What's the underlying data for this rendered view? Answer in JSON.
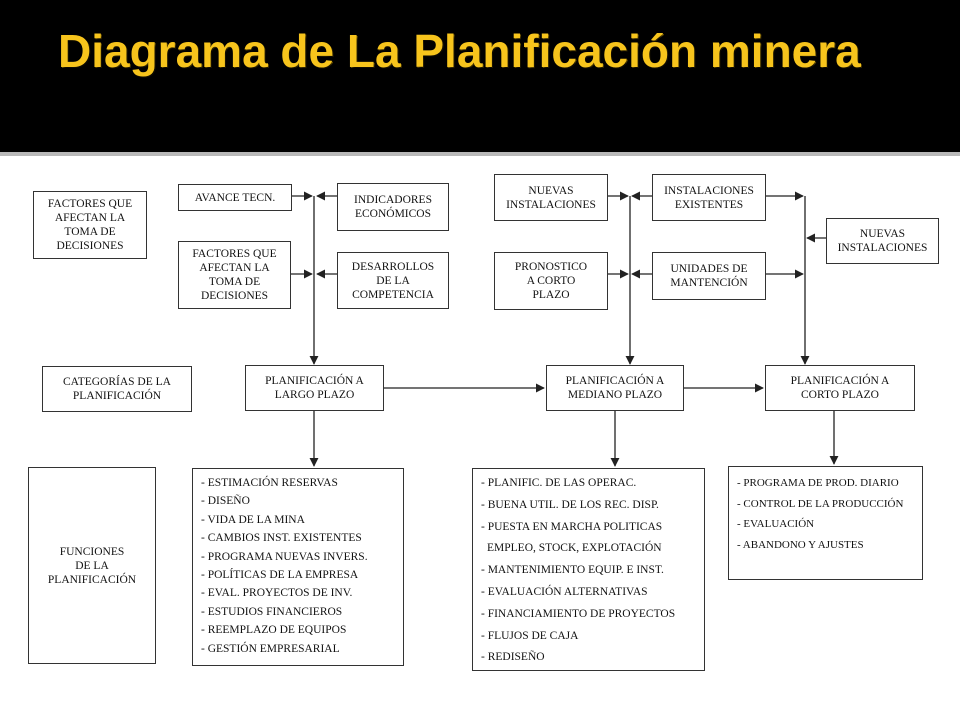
{
  "slide": {
    "title": "Diagrama de La Planificación minera"
  },
  "diagram": {
    "left_column": {
      "factores": "FACTORES QUE\nAFECTAN LA\nTOMA DE\nDECISIONES",
      "categorias": "CATEGORÍAS DE LA\nPLANIFICACIÓN",
      "funciones": "FUNCIONES\nDE LA\nPLANIFICACIÓN"
    },
    "largo": {
      "avance": "AVANCE TECN.",
      "indicadores": "INDICADORES\nECONÓMICOS",
      "factores": "FACTORES QUE\nAFECTAN LA\nTOMA DE\nDECISIONES",
      "desarrollos": "DESARROLLOS\nDE LA\nCOMPETENCIA",
      "plan": "PLANIFICACIÓN A\nLARGO PLAZO",
      "functions": [
        "- ESTIMACIÓN RESERVAS",
        "- DISEÑO",
        "- VIDA DE LA MINA",
        "- CAMBIOS INST. EXISTENTES",
        "- PROGRAMA NUEVAS INVERS.",
        "- POLÍTICAS DE LA EMPRESA",
        "- EVAL. PROYECTOS DE INV.",
        "- ESTUDIOS FINANCIEROS",
        "- REEMPLAZO DE EQUIPOS",
        "- GESTIÓN EMPRESARIAL"
      ]
    },
    "mediano": {
      "nuevas": "NUEVAS\nINSTALACIONES",
      "existentes": "INSTALACIONES\nEXISTENTES",
      "pronostico": "PRONOSTICO\nA CORTO\nPLAZO",
      "unidades": "UNIDADES DE\nMANTENCIÓN",
      "plan": "PLANIFICACIÓN A\nMEDIANO PLAZO",
      "functions": [
        "- PLANIFIC. DE LAS OPERAC.",
        "- BUENA UTIL. DE LOS REC. DISP.",
        "- PUESTA EN MARCHA POLITICAS",
        "EMPLEO, STOCK, EXPLOTACIÓN",
        "- MANTENIMIENTO EQUIP. E INST.",
        "- EVALUACIÓN ALTERNATIVAS",
        "- FINANCIAMIENTO DE PROYECTOS",
        "- FLUJOS DE CAJA",
        "- REDISEÑO"
      ]
    },
    "corto": {
      "nuevas": "NUEVAS\nINSTALACIONES",
      "plan": "PLANIFICACIÓN A\nCORTO PLAZO",
      "functions": [
        "- PROGRAMA DE PROD. DIARIO",
        "- CONTROL DE LA PRODUCCIÓN",
        "- EVALUACIÓN",
        "- ABANDONO Y AJUSTES"
      ]
    }
  }
}
